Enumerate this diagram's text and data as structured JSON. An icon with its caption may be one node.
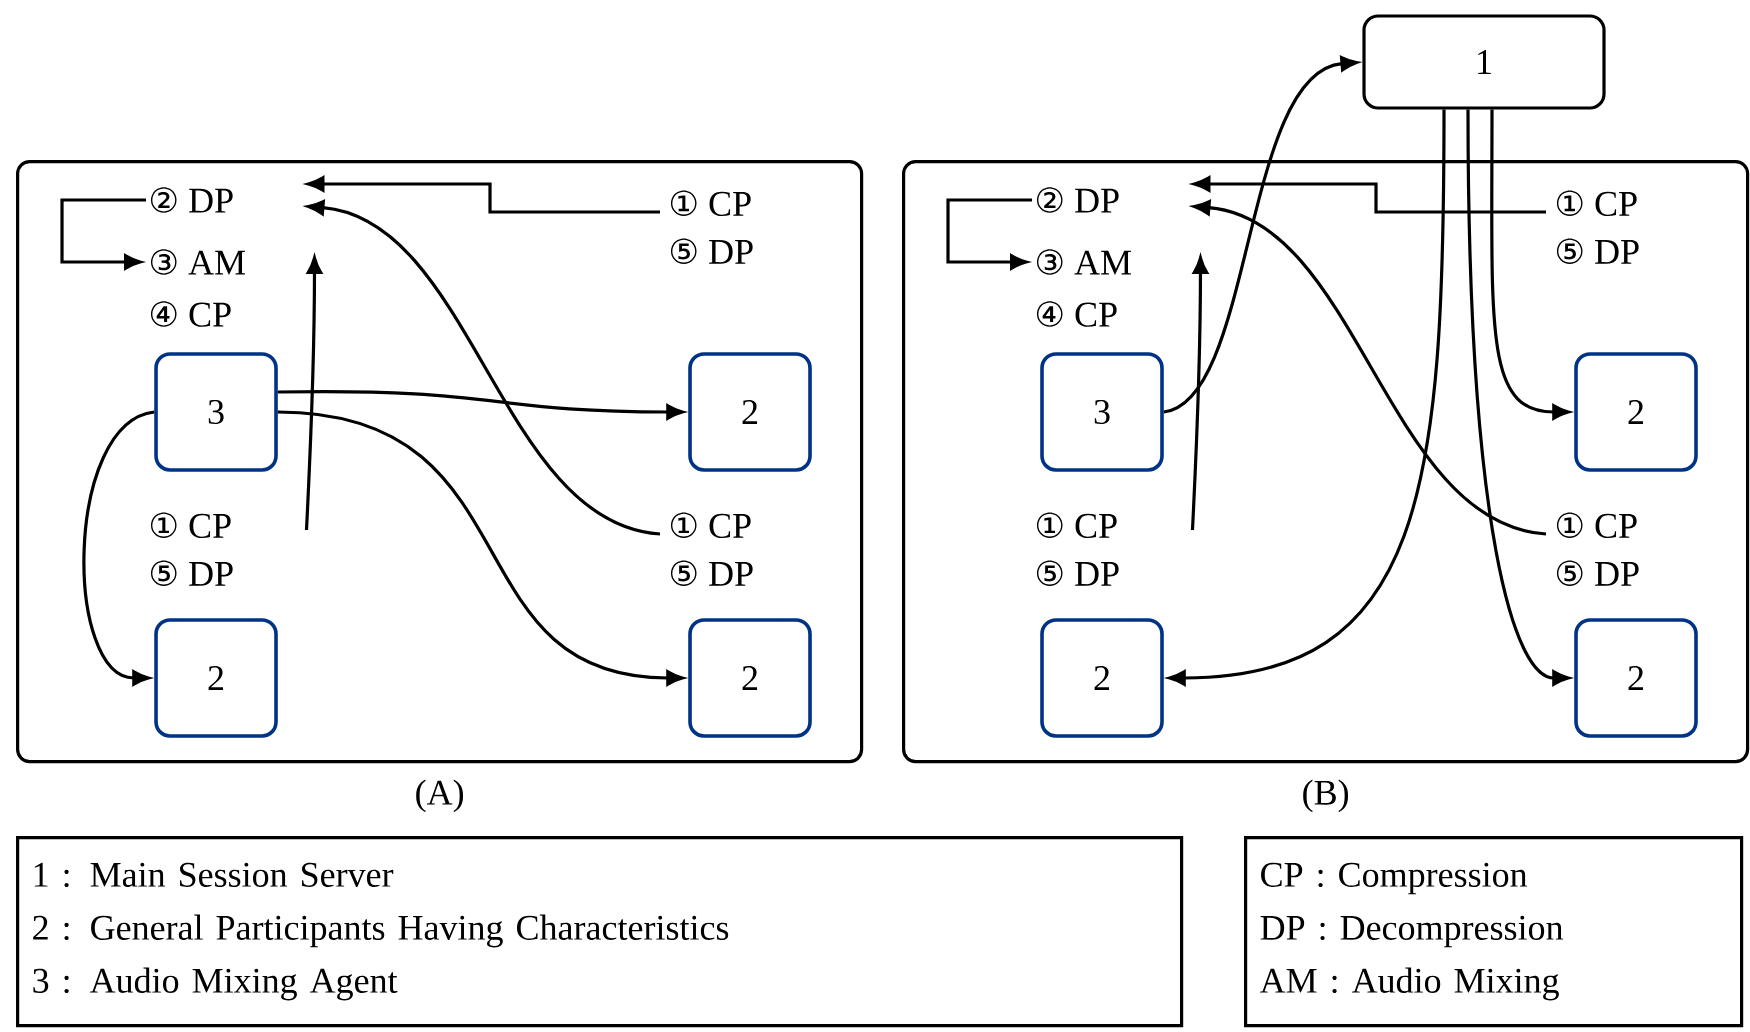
{
  "diagram": {
    "nodes": [
      {
        "text": [],
        "shape": "box",
        "beside": [
          "(A)"
        ]
      },
      {
        "text": [
          "② DP"
        ],
        "in": 0
      },
      {
        "text": [
          "③ AM"
        ],
        "in": 0
      },
      {
        "text": [
          "④ CP"
        ],
        "in": 0
      },
      {
        "text": [
          "① CP",
          "⑤ DP"
        ],
        "in": 0
      },
      {
        "text": [
          "3"
        ],
        "in": 0
      },
      {
        "text": [
          "2"
        ],
        "in": 0
      },
      {
        "text": [
          "① CP",
          "⑤ DP"
        ],
        "in": 0
      },
      {
        "text": [
          "① CP",
          "⑤ DP"
        ],
        "in": 0
      },
      {
        "text": [
          "2"
        ],
        "in": 0
      },
      {
        "text": [
          "2"
        ],
        "in": 0
      },
      {
        "text": [],
        "shape": "box",
        "beside": [
          "(B)"
        ]
      },
      {
        "text": [
          "1"
        ]
      },
      {
        "text": [
          "② DP"
        ],
        "in": 11
      },
      {
        "text": [
          "③ AM"
        ],
        "in": 11
      },
      {
        "text": [
          "④ CP"
        ],
        "in": 11
      },
      {
        "text": [
          "① CP",
          "⑤ DP"
        ],
        "in": 11
      },
      {
        "text": [
          "3"
        ],
        "in": 11
      },
      {
        "text": [
          "2"
        ],
        "in": 11
      },
      {
        "text": [
          "① CP",
          "⑤ DP"
        ],
        "in": 11
      },
      {
        "text": [
          "① CP",
          "⑤ DP"
        ],
        "in": 11
      },
      {
        "text": [
          "2"
        ],
        "in": 11
      },
      {
        "text": [
          "2"
        ],
        "in": 11
      },
      {
        "text": [
          "1 : Main Session Server",
          "2 : General Participants Having Characteristics",
          "3 : Audio Mixing Agent"
        ]
      },
      {
        "text": [
          "CP : Compression",
          "DP : Decompression",
          "AM : Audio Mixing"
        ]
      }
    ],
    "edges": [
      {
        "from": 1,
        "to": 2,
        "arrow": "to"
      },
      {
        "from": 4,
        "to": 1,
        "arrow": "to"
      },
      {
        "from": 8,
        "to": 1,
        "arrow": "to"
      },
      {
        "from": 7,
        "to": 2,
        "arrow": "to"
      },
      {
        "from": 5,
        "to": 6,
        "arrow": "to"
      },
      {
        "from": 5,
        "to": 10,
        "arrow": "to"
      },
      {
        "from": 5,
        "to": 9,
        "arrow": "to"
      },
      {
        "from": 13,
        "to": 14,
        "arrow": "to"
      },
      {
        "from": 16,
        "to": 13,
        "arrow": "to"
      },
      {
        "from": 20,
        "to": 13,
        "arrow": "to"
      },
      {
        "from": 19,
        "to": 14,
        "arrow": "to"
      },
      {
        "from": 17,
        "to": 12,
        "arrow": "to"
      },
      {
        "from": 12,
        "to": 18,
        "arrow": "to"
      },
      {
        "from": 12,
        "to": 22,
        "arrow": "to"
      },
      {
        "from": 12,
        "to": 21,
        "arrow": "to"
      }
    ]
  }
}
